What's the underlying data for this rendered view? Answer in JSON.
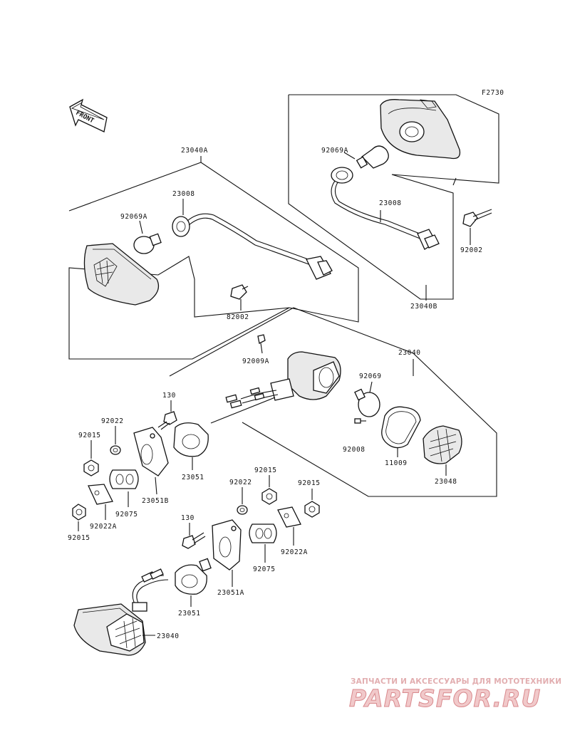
{
  "figure_code": "F2730",
  "front_label": "FRONT",
  "part_labels": {
    "assy_b": "23040B",
    "bulb_b": "92069A",
    "harness_b": "23008",
    "screw_b": "92002",
    "assy_a": "23040A",
    "harness_a": "23008",
    "bulb_a": "92069A",
    "screw_a": "82002",
    "assy_main": "23040",
    "screw_main": "92009A",
    "bulb_main": "92069",
    "screw_lens": "92008",
    "gasket": "11009",
    "lens": "23048",
    "bolt_left": "130",
    "washer_left": "92022",
    "nut_left_top": "92015",
    "nut_left_bottom": "92015",
    "grommet_left": "92075",
    "plate_left": "92022A",
    "bracket_b": "23051B",
    "holder_left": "23051",
    "washer_mid": "92022",
    "nut_mid": "92015",
    "nut_right": "92015",
    "bolt_right": "130",
    "grommet_right": "92075",
    "plate_right": "92022A",
    "bracket_a": "23051A",
    "holder_right": "23051",
    "assy_front": "23040"
  },
  "watermark": {
    "tagline": "ЗАПЧАСТИ И АКСЕССУАРЫ ДЛЯ МОТОТЕХНИКИ",
    "logo": "PARTSFOR.RU"
  },
  "colors": {
    "line": "#111111",
    "watermark_text": "#e2aeb0",
    "watermark_logo": "#d9898d"
  }
}
